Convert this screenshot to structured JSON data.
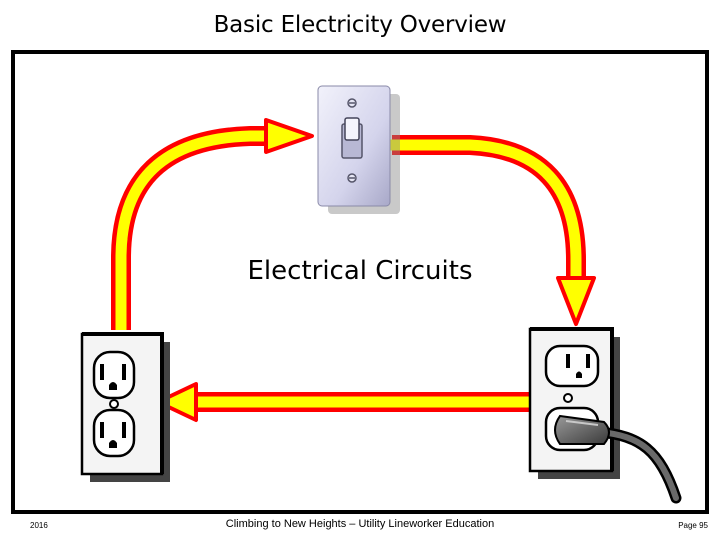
{
  "slide": {
    "title": "Basic Electricity Overview"
  },
  "diagram": {
    "label": "Electrical Circuits",
    "colors": {
      "arrow_fill": "#ffff00",
      "arrow_outline": "#ff0000",
      "switch_plate": "#dcdcf2",
      "outlet_plate": "#f4f4f4",
      "cord": "#555555"
    },
    "icons": [
      "light-switch-icon",
      "wall-outlet-icon",
      "plugged-outlet-icon"
    ]
  },
  "footer": {
    "left": "2016",
    "center": "Climbing to New Heights – Utility Lineworker Education",
    "right": "Page 95"
  }
}
